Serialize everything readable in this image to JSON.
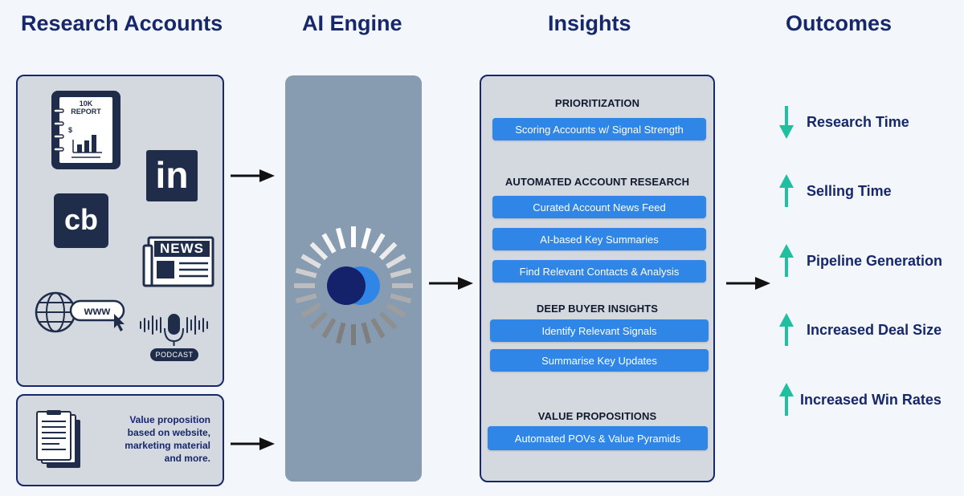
{
  "columns": {
    "research": "Research Accounts",
    "engine": "AI Engine",
    "insights": "Insights",
    "outcomes": "Outcomes"
  },
  "sources": {
    "report_line1": "10K",
    "report_line2": "REPORT",
    "report_dollar": "$",
    "linkedin": "in",
    "crunchbase": "cb",
    "news": "NEWS",
    "www": "www",
    "podcast": "PODCAST"
  },
  "value_prop": {
    "text_lines": [
      "Value proposition",
      "based on website,",
      "marketing material",
      "and more."
    ]
  },
  "insights": {
    "sections": [
      {
        "title": "PRIORITIZATION",
        "items": [
          "Scoring Accounts w/ Signal Strength"
        ]
      },
      {
        "title": "AUTOMATED ACCOUNT RESEARCH",
        "items": [
          "Curated Account News Feed",
          "AI-based Key Summaries",
          "Find Relevant Contacts & Analysis"
        ]
      },
      {
        "title": "DEEP BUYER INSIGHTS",
        "items": [
          "Identify Relevant Signals",
          "Summarise Key Updates"
        ]
      },
      {
        "title": "VALUE PROPOSITIONS",
        "items": [
          "Automated POVs & Value Pyramids"
        ]
      }
    ]
  },
  "outcomes": [
    {
      "label": "Research Time",
      "direction": "down"
    },
    {
      "label": "Selling Time",
      "direction": "up"
    },
    {
      "label": "Pipeline Generation",
      "direction": "up"
    },
    {
      "label": "Increased Deal Size",
      "direction": "up"
    },
    {
      "label": "Increased Win Rates",
      "direction": "up"
    }
  ],
  "colors": {
    "navy": "#16286b",
    "panel": "#d4d8df",
    "engine": "#879cb0",
    "pill": "#2f86e6",
    "teal": "#1fbf9f"
  }
}
